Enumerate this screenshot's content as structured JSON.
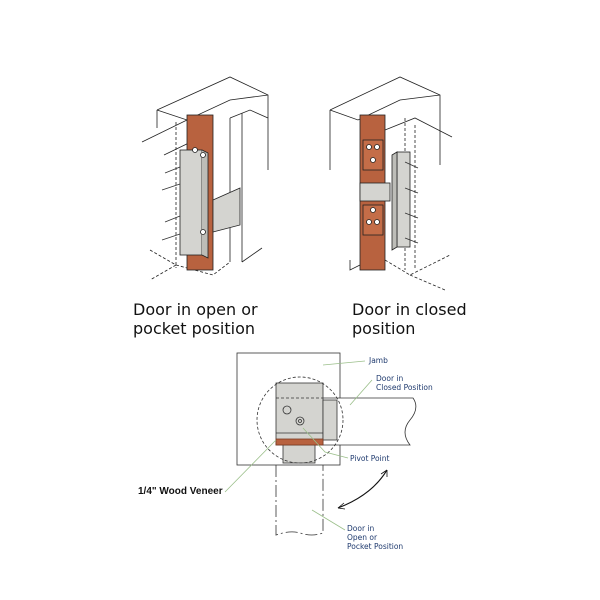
{
  "captions": {
    "open": [
      "Door in open or",
      "pocket position"
    ],
    "closed": [
      "Door in closed",
      "position"
    ]
  },
  "labels": {
    "jamb": "Jamb",
    "door_closed": [
      "Door in",
      "Closed Position"
    ],
    "pivot_point": "Pivot Point",
    "veneer": "1/4\" Wood Veneer",
    "door_open": [
      "Door in",
      "Open or",
      "Pocket Position"
    ]
  },
  "colors": {
    "veneer": "#b8623f",
    "metal": "#d4d4d0",
    "label": "#1f3a6e",
    "leader": "#9bbf8a"
  }
}
